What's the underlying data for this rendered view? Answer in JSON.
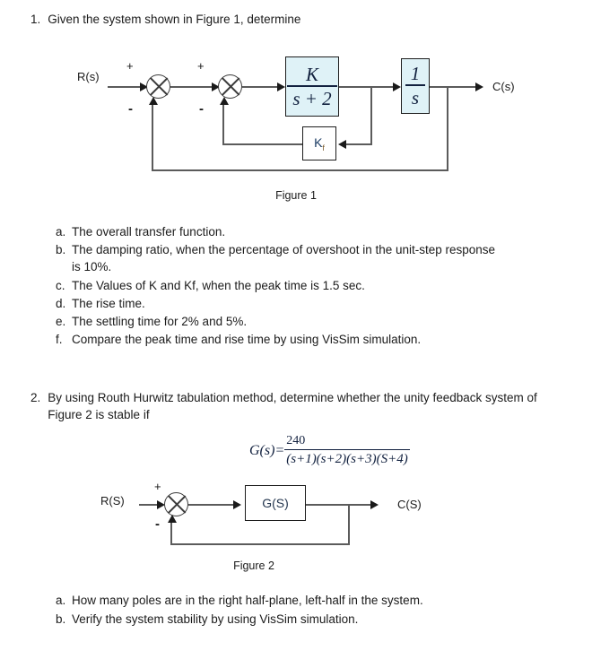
{
  "document": {
    "questions": [
      {
        "number": "1.",
        "stem": "Given the system shown in Figure 1, determine",
        "subitems": [
          {
            "label": "a.",
            "text": "The overall transfer function."
          },
          {
            "label": "b.",
            "text": "The damping ratio, when the percentage of overshoot in the unit-step response is 10%."
          },
          {
            "label": "c.",
            "text": "The Values of K and Kf, when the peak time is 1.5 sec."
          },
          {
            "label": "d.",
            "text": "The rise time."
          },
          {
            "label": "e.",
            "text": "The settling time for 2% and 5%."
          },
          {
            "label": "f.",
            "text": "Compare the peak time and rise time by using VisSim simulation."
          }
        ]
      },
      {
        "number": "2.",
        "stem": "By using Routh Hurwitz tabulation method, determine whether the unity feedback system of Figure 2 is stable if",
        "subitems": [
          {
            "label": "a.",
            "text": "How many poles are in the right half-plane, left-half in the system."
          },
          {
            "label": "b.",
            "text": "Verify the system stability by using VisSim simulation."
          }
        ]
      }
    ],
    "equation": {
      "lhs": "G(s)=",
      "numerator": "240",
      "denominator": "(s+1)(s+2)(s+3)(S+4)"
    }
  },
  "figure1": {
    "caption": "Figure 1",
    "input_label": "R(s)",
    "output_label": "C(s)",
    "summer1": {
      "plus": "+",
      "minus": "-"
    },
    "summer2": {
      "plus": "+",
      "minus": "-"
    },
    "plant_block": {
      "numerator": "K",
      "denominator": "s + 2"
    },
    "integrator_block": {
      "numerator": "1",
      "denominator": "s"
    },
    "feedback_gain": {
      "base": "K",
      "subscript": "f"
    }
  },
  "figure2": {
    "caption": "Figure 2",
    "input_label": "R(S)",
    "output_label": "C(S)",
    "summer": {
      "plus": "+",
      "minus": "-"
    },
    "plant_block": "G(S)"
  }
}
